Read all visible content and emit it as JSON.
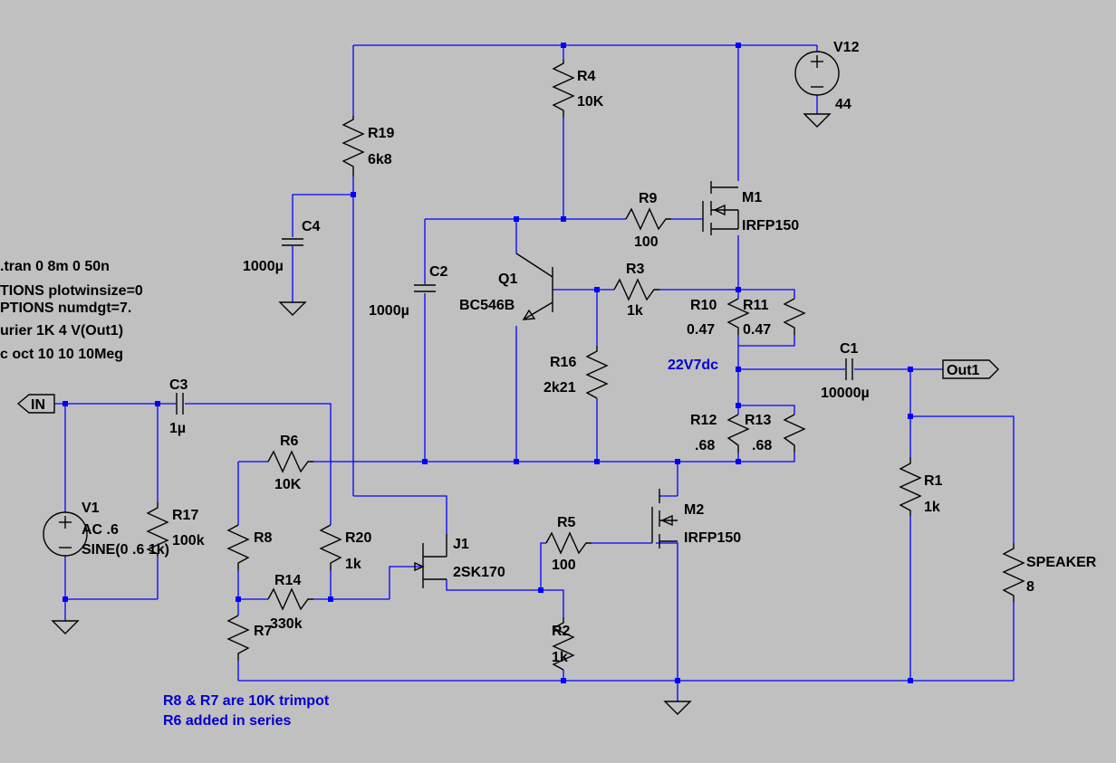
{
  "directives": [
    ".tran 0 8m 0 50n",
    "TIONS plotwinsize=0",
    "PTIONS numdgt=7.",
    "urier 1K 4 V(Out1)",
    "c oct 10 10 10Meg"
  ],
  "ports": {
    "in": "IN",
    "out": "Out1"
  },
  "components": {
    "V12": {
      "name": "V12",
      "value": "44"
    },
    "R4": {
      "name": "R4",
      "value": "10K"
    },
    "R19": {
      "name": "R19",
      "value": "6k8"
    },
    "C4": {
      "name": "C4",
      "value": "1000µ"
    },
    "M1": {
      "name": "M1",
      "value": "IRFP150"
    },
    "R9": {
      "name": "R9",
      "value": "100"
    },
    "C2": {
      "name": "C2",
      "value": "1000µ"
    },
    "Q1": {
      "name": "Q1",
      "value": "BC546B"
    },
    "R3": {
      "name": "R3",
      "value": "1k"
    },
    "R10": {
      "name": "R10",
      "value": "0.47"
    },
    "R11": {
      "name": "R11",
      "value": "0.47"
    },
    "R16": {
      "name": "R16",
      "value": "2k21"
    },
    "C1": {
      "name": "C1",
      "value": "10000µ"
    },
    "C3": {
      "name": "C3",
      "value": "1µ"
    },
    "R12": {
      "name": "R12",
      "value": ".68"
    },
    "R13": {
      "name": "R13",
      "value": ".68"
    },
    "R6": {
      "name": "R6",
      "value": "10K"
    },
    "V1": {
      "name": "V1",
      "value": "AC .6",
      "value2": "SINE(0 .6 1k)"
    },
    "R17": {
      "name": "R17",
      "value": "100k"
    },
    "R8": {
      "name": "R8",
      "value": ""
    },
    "R20": {
      "name": "R20",
      "value": "1k"
    },
    "J1": {
      "name": "J1",
      "value": "2SK170"
    },
    "R5": {
      "name": "R5",
      "value": "100"
    },
    "M2": {
      "name": "M2",
      "value": "IRFP150"
    },
    "R1": {
      "name": "R1",
      "value": "1k"
    },
    "SPEAKER": {
      "name": "SPEAKER",
      "value": "8"
    },
    "R14": {
      "name": "R14",
      "value": "330k"
    },
    "R7": {
      "name": "R7",
      "value": ""
    },
    "R2": {
      "name": "R2",
      "value": "1k"
    }
  },
  "annotations": {
    "node_voltage": "22V7dc",
    "note1": "R8 & R7 are 10K trimpot",
    "note2": "R6 added in series"
  },
  "colors": {
    "background": "#c0c0c0",
    "wire": "#0000ff",
    "component": "#000000",
    "annotation": "#0000cc"
  }
}
